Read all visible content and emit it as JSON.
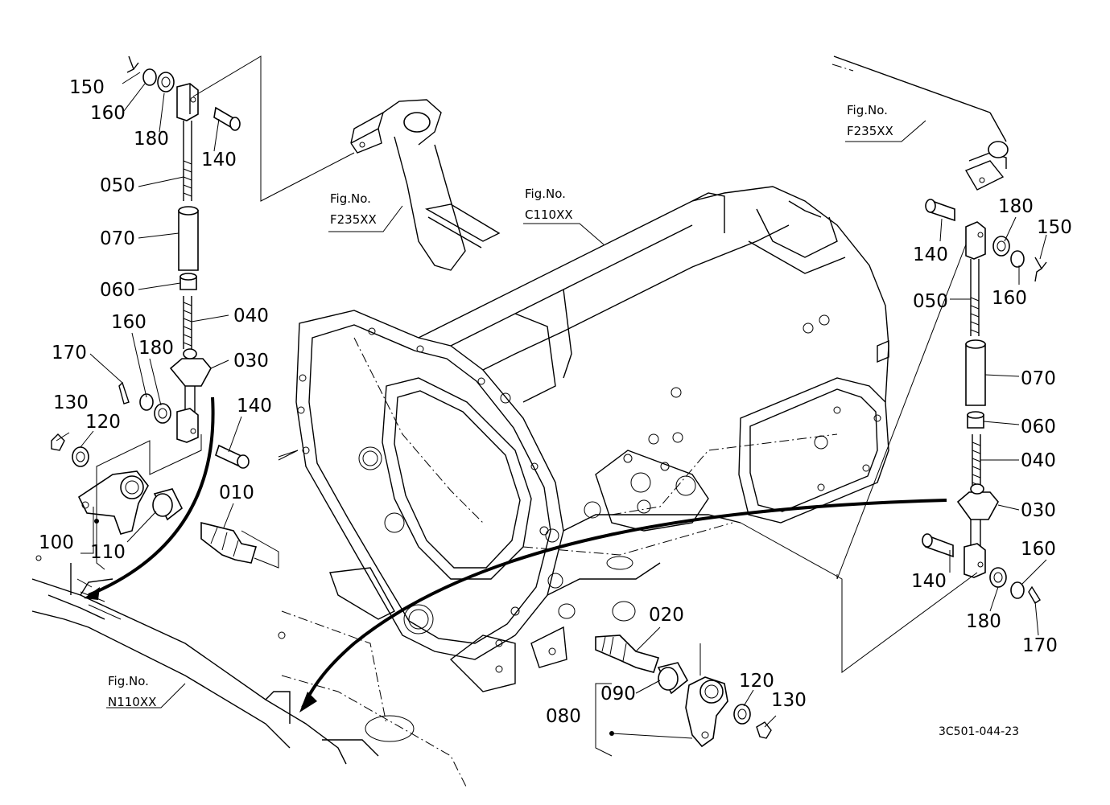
{
  "diagram": {
    "drawing_code": "3C501-044-23",
    "fig_prefix": "Fig.No.",
    "refs": {
      "f235_left": "F235XX",
      "c110": "C110XX",
      "f235_right": "F235XX",
      "n110": "N110XX"
    },
    "left_labels": {
      "p150": "150",
      "p160a": "160",
      "p180a": "180",
      "p140a": "140",
      "p050": "050",
      "p070": "070",
      "p060": "060",
      "p040": "040",
      "p030": "030",
      "p160b": "160",
      "p180b": "180",
      "p170": "170",
      "p140b": "140",
      "p130": "130",
      "p120": "120",
      "p010": "010",
      "p100": "100",
      "p110": "110"
    },
    "right_labels": {
      "p180a": "180",
      "p150": "150",
      "p140a": "140",
      "p160a": "160",
      "p050": "050",
      "p070": "070",
      "p060": "060",
      "p040": "040",
      "p030": "030",
      "p160b": "160",
      "p140b": "140",
      "p180b": "180",
      "p170": "170"
    },
    "bottom_labels": {
      "p020": "020",
      "p090": "090",
      "p080": "080",
      "p120": "120",
      "p130": "130"
    }
  }
}
